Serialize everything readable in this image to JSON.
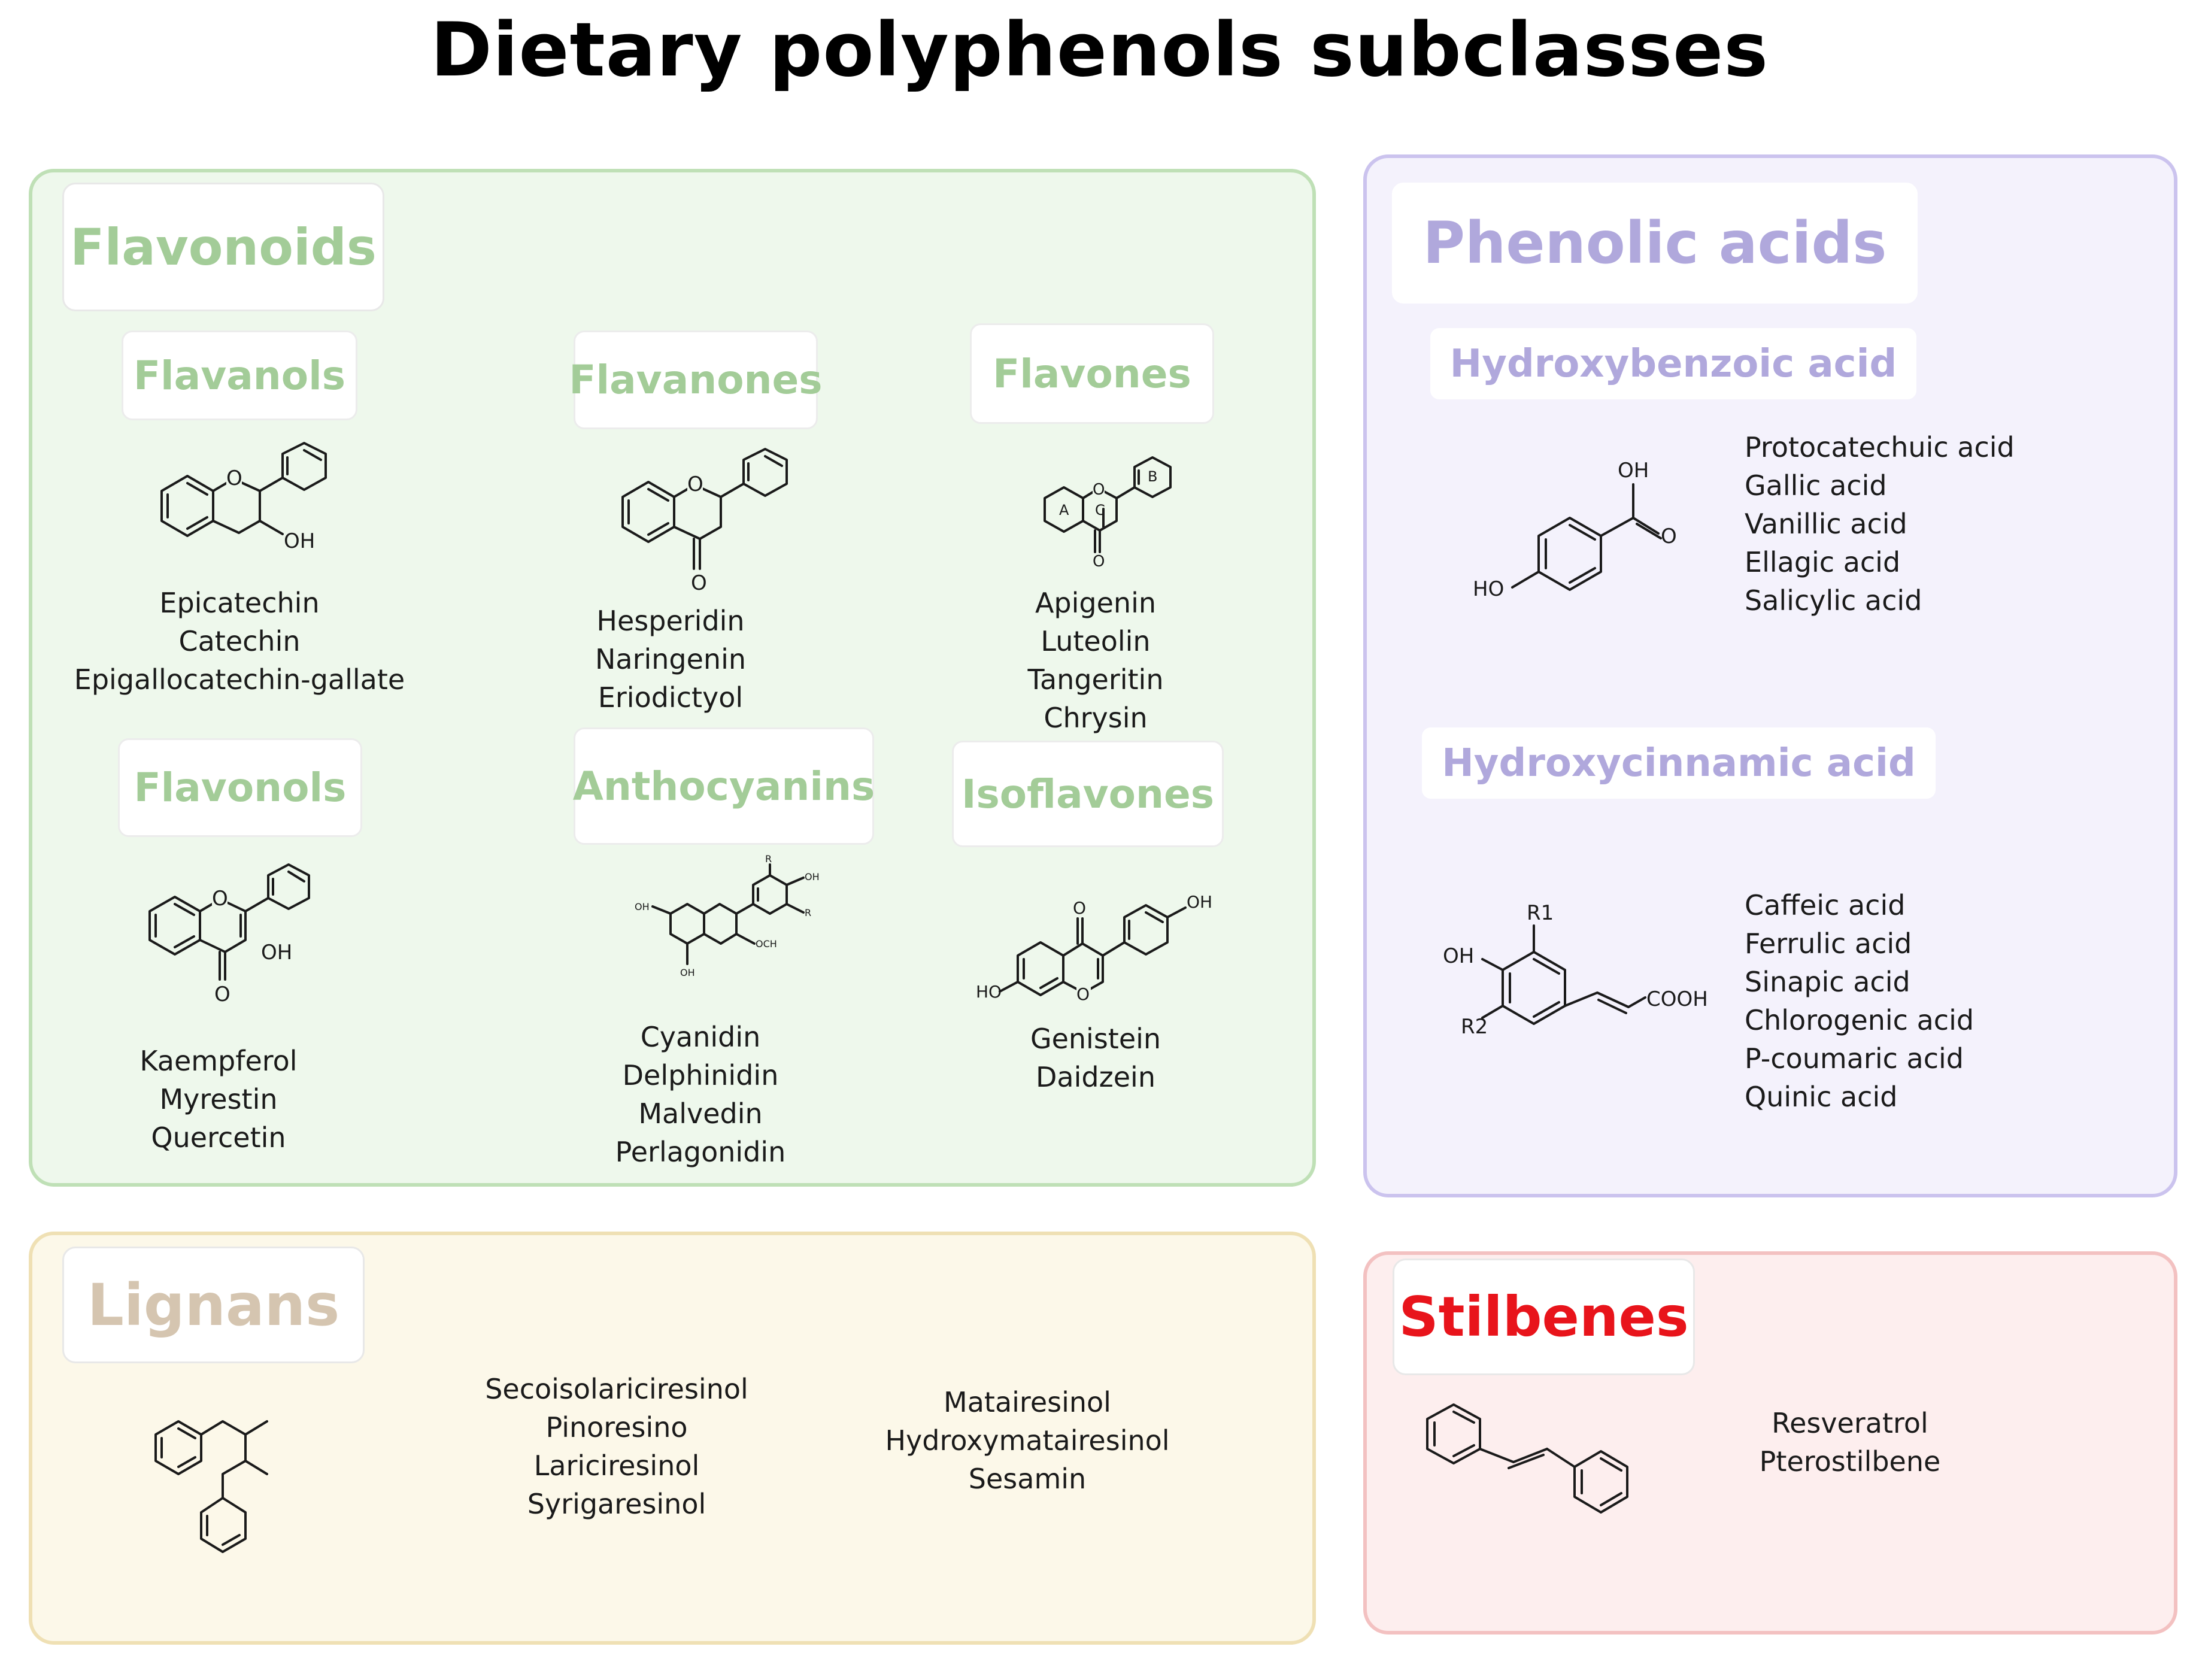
{
  "title": "Dietary polyphenols subclasses",
  "colors": {
    "flavonoids_bg": "#eef8ec",
    "flavonoids_border": "#bfe0b6",
    "flavonoids_text": "#a3cc98",
    "phenolic_bg": "#f4f2fc",
    "phenolic_border": "#cbc3ee",
    "phenolic_text": "#b0a8dc",
    "lignans_bg": "#fcf8e9",
    "lignans_border": "#efe0b4",
    "lignans_text": "#d5c5b0",
    "stilbenes_bg": "#fdeeee",
    "stilbenes_border": "#f3c1c1",
    "stilbenes_text": "#e8141b"
  },
  "flavonoids": {
    "label": "Flavonoids",
    "subclasses": [
      {
        "name": "Flavanols",
        "compounds": [
          "Epicatechin",
          "Catechin",
          "Epigallocatechin-gallate"
        ]
      },
      {
        "name": "Flavanones",
        "compounds": [
          "Hesperidin",
          "Naringenin",
          "Eriodictyol"
        ]
      },
      {
        "name": "Flavones",
        "compounds": [
          "Apigenin",
          "Luteolin",
          "Tangeritin",
          "Chrysin"
        ]
      },
      {
        "name": "Flavonols",
        "compounds": [
          "Kaempferol",
          "Myrestin",
          "Quercetin"
        ]
      },
      {
        "name": "Anthocyanins",
        "compounds": [
          "Cyanidin",
          "Delphinidin",
          "Malvedin",
          "Perlagonidin"
        ]
      },
      {
        "name": "Isoflavones",
        "compounds": [
          "Genistein",
          "Daidzein"
        ]
      }
    ]
  },
  "phenolic_acids": {
    "label": "Phenolic acids",
    "hydroxybenzoic": {
      "name": "Hydroxybenzoic acid",
      "compounds": [
        "Protocatechuic acid",
        "Gallic acid",
        "Vanillic acid",
        "Ellagic acid",
        "Salicylic acid"
      ]
    },
    "hydroxycinnamic": {
      "name": "Hydroxycinnamic acid",
      "compounds": [
        "Caffeic acid",
        "Ferrulic acid",
        "Sinapic acid",
        "Chlorogenic acid",
        "P-coumaric acid",
        "Quinic acid"
      ]
    }
  },
  "lignans": {
    "label": "Lignans",
    "compounds_a": [
      "Secoisolariciresinol",
      "Pinoresino",
      "Lariciresinol",
      "Syrigaresinol"
    ],
    "compounds_b": [
      "Matairesinol",
      "Hydroxymatairesinol",
      "Sesamin"
    ]
  },
  "stilbenes": {
    "label": "Stilbenes",
    "compounds": [
      "Resveratrol",
      "Pterostilbene"
    ]
  },
  "structure_labels": {
    "oh": "OH",
    "o": "O",
    "ho": "HO",
    "cooh": "COOH",
    "r1": "R1",
    "r2": "R2",
    "flavone_rings": [
      "A",
      "C",
      "B"
    ]
  }
}
